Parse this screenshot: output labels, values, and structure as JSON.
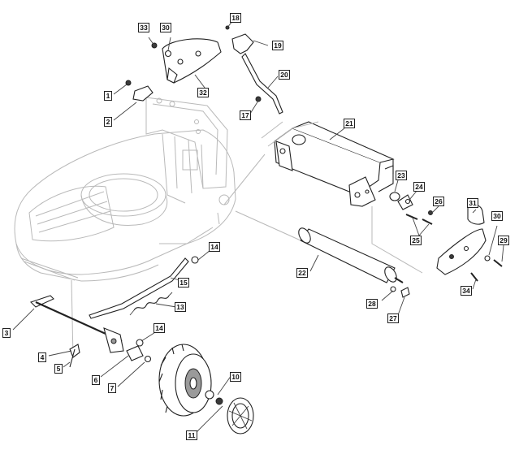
{
  "labels": [
    {
      "id": "1",
      "text": "1"
    },
    {
      "id": "2",
      "text": "2"
    },
    {
      "id": "3",
      "text": "3"
    },
    {
      "id": "4",
      "text": "4"
    },
    {
      "id": "5",
      "text": "5"
    },
    {
      "id": "6",
      "text": "6"
    },
    {
      "id": "7",
      "text": "7"
    },
    {
      "id": "10",
      "text": "10"
    },
    {
      "id": "11",
      "text": "11"
    },
    {
      "id": "13",
      "text": "13"
    },
    {
      "id": "14a",
      "text": "14"
    },
    {
      "id": "14b",
      "text": "14"
    },
    {
      "id": "15",
      "text": "15"
    },
    {
      "id": "17",
      "text": "17"
    },
    {
      "id": "18",
      "text": "18"
    },
    {
      "id": "19",
      "text": "19"
    },
    {
      "id": "20",
      "text": "20"
    },
    {
      "id": "21",
      "text": "21"
    },
    {
      "id": "22",
      "text": "22"
    },
    {
      "id": "23",
      "text": "23"
    },
    {
      "id": "24",
      "text": "24"
    },
    {
      "id": "25",
      "text": "25"
    },
    {
      "id": "26",
      "text": "26"
    },
    {
      "id": "27",
      "text": "27"
    },
    {
      "id": "28",
      "text": "28"
    },
    {
      "id": "29",
      "text": "29"
    },
    {
      "id": "30a",
      "text": "30"
    },
    {
      "id": "30b",
      "text": "30"
    },
    {
      "id": "31",
      "text": "31"
    },
    {
      "id": "32",
      "text": "32"
    },
    {
      "id": "33",
      "text": "33"
    },
    {
      "id": "34",
      "text": "34"
    }
  ]
}
